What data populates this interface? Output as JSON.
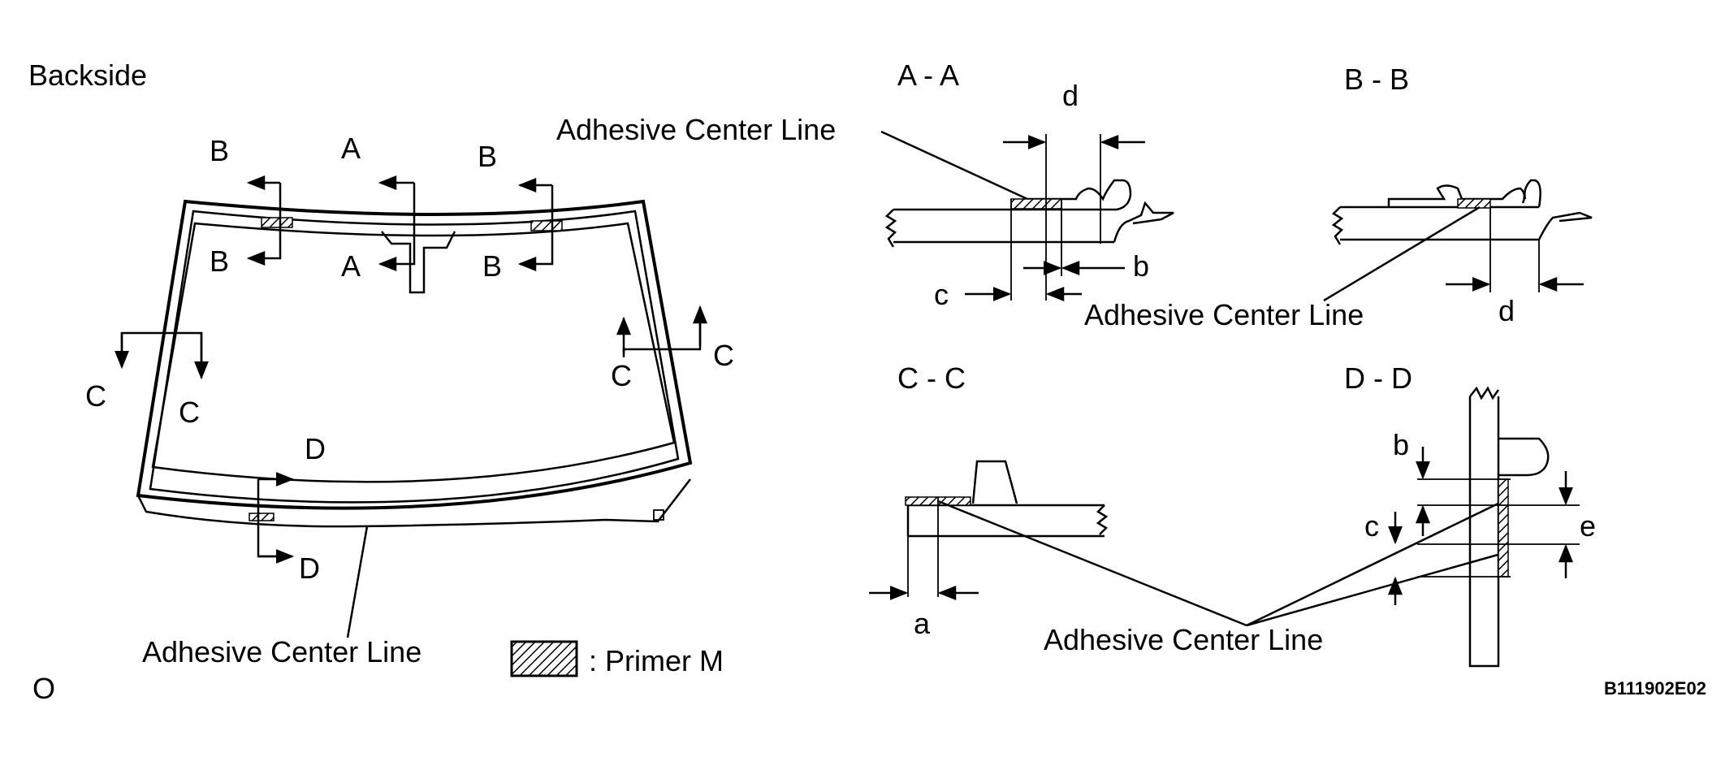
{
  "overview": {
    "view_label": "Backside",
    "corner_label": "O",
    "section_letters": {
      "a": "A",
      "b": "B",
      "c": "C",
      "d": "D"
    },
    "adhesive_label": "Adhesive Center Line"
  },
  "legend": {
    "primer_label": ": Primer M"
  },
  "sections": {
    "aa": {
      "title": "A - A",
      "dims": {
        "d": "d",
        "b": "b",
        "c": "c"
      },
      "adhesive_label": "Adhesive Center Line"
    },
    "bb": {
      "title": "B - B",
      "dims": {
        "d": "d"
      },
      "adhesive_label": "Adhesive Center Line"
    },
    "cc": {
      "title": "C - C",
      "dims": {
        "a": "a"
      }
    },
    "dd": {
      "title": "D - D",
      "dims": {
        "b": "b",
        "c": "c",
        "e": "e"
      }
    },
    "shared_adhesive_label": "Adhesive Center Line"
  },
  "figure_code": "B111902E02"
}
